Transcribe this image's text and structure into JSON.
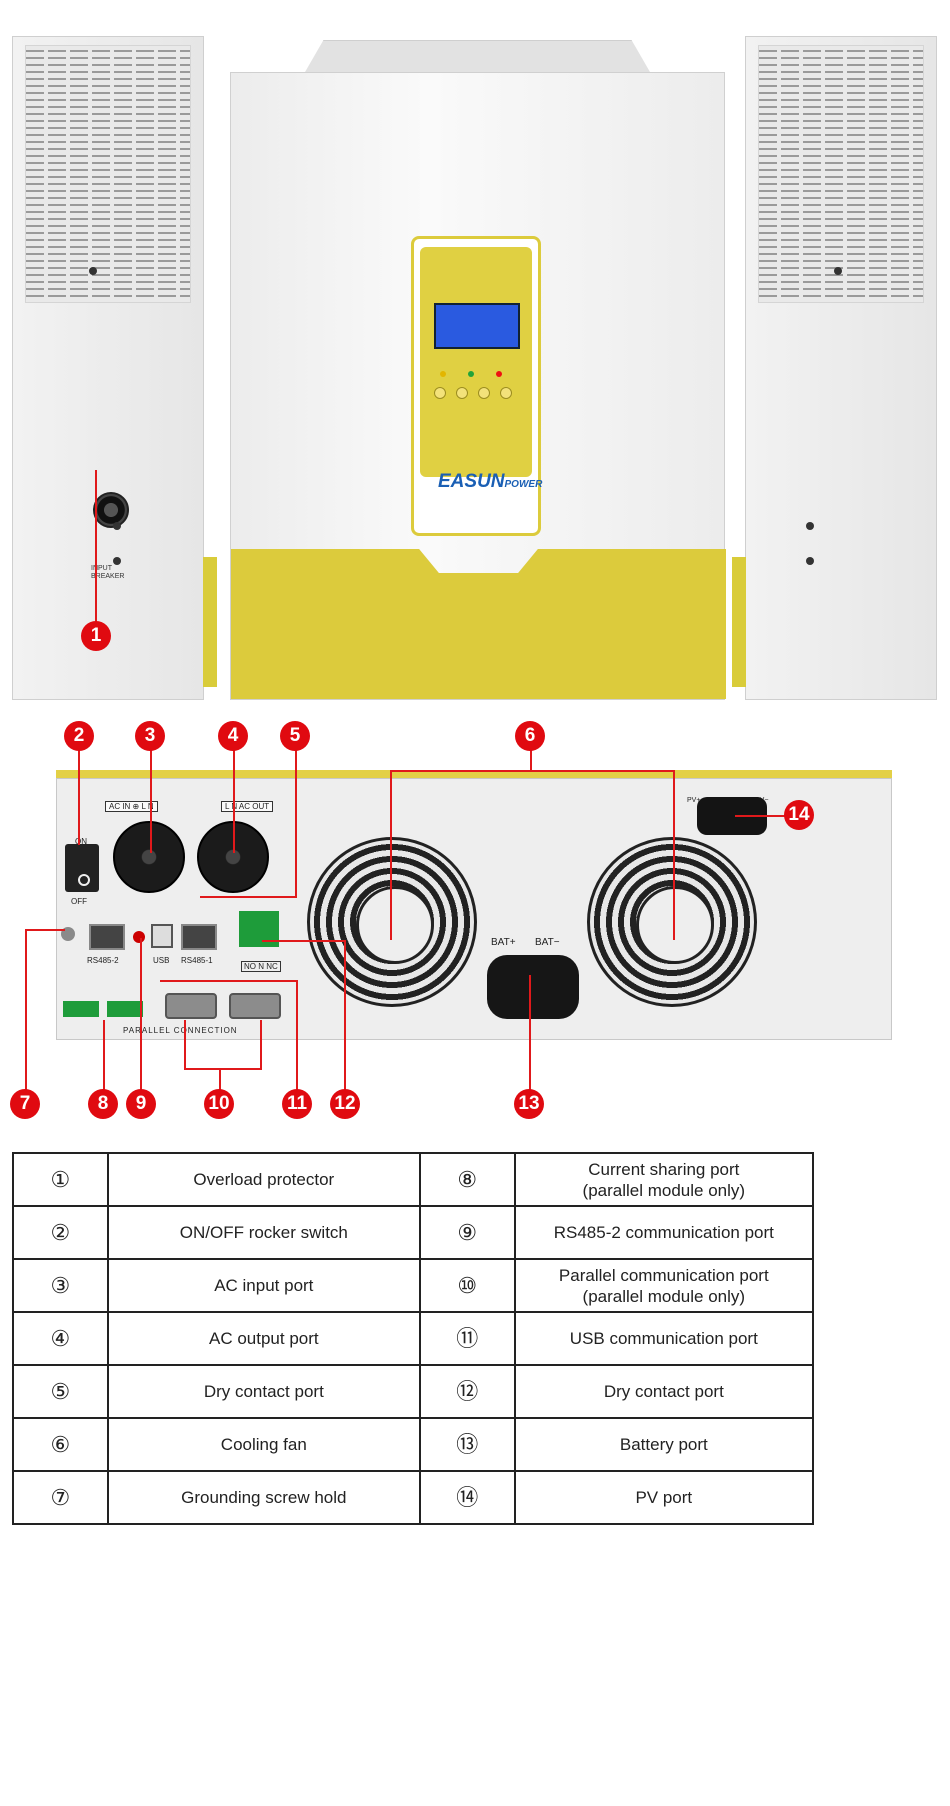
{
  "side_view": {
    "breaker_label_line1": "INPUT",
    "breaker_label_line2": "BREAKER"
  },
  "front": {
    "brand": "EASUN",
    "brand_sub": "POWER"
  },
  "back_panel": {
    "switch_on": "ON",
    "switch_off": "OFF",
    "ac_in_label": "AC IN ⊕ L N",
    "ac_out_label": "L N AC OUT",
    "rs485_2": "RS485-2",
    "usb": "USB",
    "rs485_1": "RS485-1",
    "dry_contact_pins": "NO N NC",
    "parallel_connection": "PARALLEL CONNECTION",
    "bat_plus": "BAT+",
    "bat_minus": "BAT−",
    "pv_plus": "PV+",
    "pv_minus": "PV−"
  },
  "markers": [
    "1",
    "2",
    "3",
    "4",
    "5",
    "6",
    "7",
    "8",
    "9",
    "10",
    "11",
    "12",
    "13",
    "14"
  ],
  "legend": [
    {
      "left_num": "①",
      "left_desc": "Overload protector",
      "right_num": "⑧",
      "right_desc": "Current sharing port\n(parallel module only)"
    },
    {
      "left_num": "②",
      "left_desc": "ON/OFF rocker switch",
      "right_num": "⑨",
      "right_desc": "RS485-2 communication port"
    },
    {
      "left_num": "③",
      "left_desc": "AC input port",
      "right_num": "⑩",
      "right_desc": "Parallel communication port\n(parallel module only)"
    },
    {
      "left_num": "④",
      "left_desc": "AC output port",
      "right_num": "⑪",
      "right_desc": "USB communication port"
    },
    {
      "left_num": "⑤",
      "left_desc": "Dry contact port",
      "right_num": "⑫",
      "right_desc": "Dry contact port"
    },
    {
      "left_num": "⑥",
      "left_desc": "Cooling fan",
      "right_num": "⑬",
      "right_desc": "Battery port"
    },
    {
      "left_num": "⑦",
      "left_desc": "Grounding screw hold",
      "right_num": "⑭",
      "right_desc": "PV port"
    }
  ],
  "colors": {
    "accent_yellow": "#dccb3c",
    "marker_red": "#e00a10",
    "lcd_blue": "#2a5ae0"
  }
}
